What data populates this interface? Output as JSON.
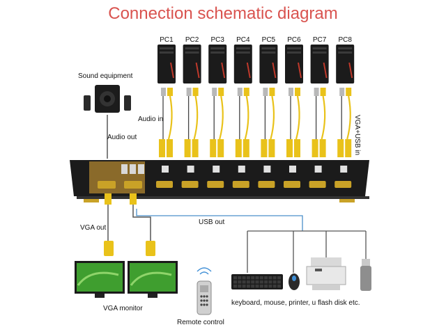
{
  "title": "Connection schematic diagram",
  "pcs": [
    "PC1",
    "PC2",
    "PC3",
    "PC4",
    "PC5",
    "PC6",
    "PC7",
    "PC8"
  ],
  "labels": {
    "sound_equipment": "Sound equipment",
    "audio_in": "Audio in",
    "audio_out": "Audio out",
    "vga_usb_in": "VGA+USB in",
    "vga_out": "VGA out",
    "usb_out": "USB out",
    "vga_monitor": "VGA monitor",
    "remote_control": "Remote control",
    "peripherals": "keyboard, mouse, printer, u flash disk etc."
  },
  "colors": {
    "title": "#d9534f",
    "cable_yellow": "#e9c21a",
    "device_body": "#1b1b1b",
    "panel_gold": "#8a6a2a",
    "line": "#555555"
  }
}
